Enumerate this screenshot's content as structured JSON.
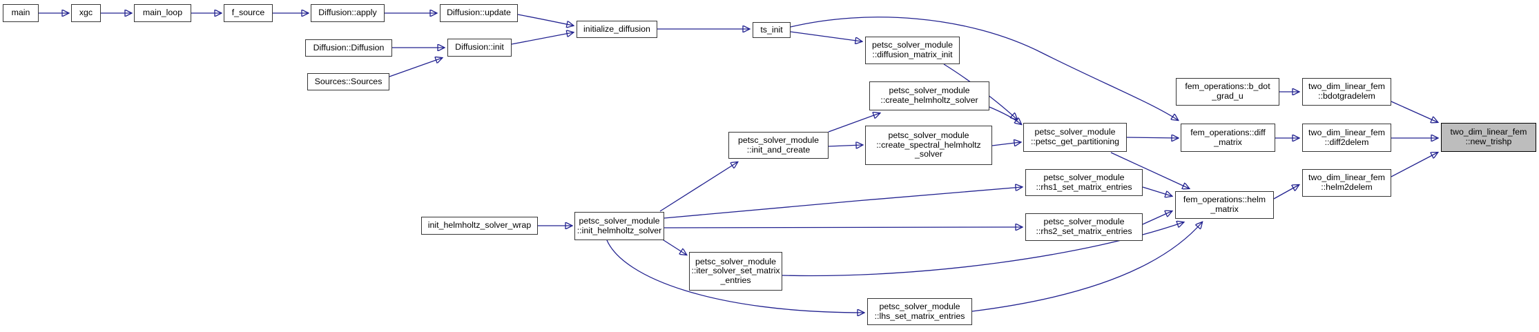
{
  "diagram": {
    "type": "call-graph",
    "colors": {
      "edge": "#21218f",
      "node_fill": "#ffffff",
      "node_border": "#343434",
      "highlight_fill": "#bdbdbd",
      "text": "#000000"
    },
    "nodes": {
      "main": {
        "label": "main"
      },
      "xgc": {
        "label": "xgc"
      },
      "main_loop": {
        "label": "main_loop"
      },
      "f_source": {
        "label": "f_source"
      },
      "diffusion_apply": {
        "label": "Diffusion::apply"
      },
      "diffusion_update": {
        "label": "Diffusion::update"
      },
      "diffusion_ctor": {
        "label": "Diffusion::Diffusion"
      },
      "diffusion_init": {
        "label": "Diffusion::init"
      },
      "sources_ctor": {
        "label": "Sources::Sources"
      },
      "initialize_diffusion": {
        "label": "initialize_diffusion"
      },
      "ts_init": {
        "label": "ts_init"
      },
      "diffusion_matrix_init": {
        "label": "petsc_solver_module\n::diffusion_matrix_init"
      },
      "create_helmholtz_solver": {
        "label": "petsc_solver_module\n::create_helmholtz_solver"
      },
      "create_spectral_helmholtz_solver": {
        "label": "petsc_solver_module\n::create_spectral_helmholtz\n_solver"
      },
      "init_and_create": {
        "label": "petsc_solver_module\n::init_and_create"
      },
      "init_helmholtz_solver_wrap": {
        "label": "init_helmholtz_solver_wrap"
      },
      "init_helmholtz_solver": {
        "label": "petsc_solver_module\n::init_helmholtz_solver"
      },
      "iter_solver_set_matrix_entries": {
        "label": "petsc_solver_module\n::iter_solver_set_matrix\n_entries"
      },
      "lhs_set_matrix_entries": {
        "label": "petsc_solver_module\n::lhs_set_matrix_entries"
      },
      "rhs1_set_matrix_entries": {
        "label": "petsc_solver_module\n::rhs1_set_matrix_entries"
      },
      "rhs2_set_matrix_entries": {
        "label": "petsc_solver_module\n::rhs2_set_matrix_entries"
      },
      "petsc_get_partitioning": {
        "label": "petsc_solver_module\n::petsc_get_partitioning"
      },
      "b_dot_grad_u": {
        "label": "fem_operations::b_dot\n_grad_u"
      },
      "diff_matrix": {
        "label": "fem_operations::diff\n_matrix"
      },
      "helm_matrix": {
        "label": "fem_operations::helm\n_matrix"
      },
      "bdotgradelem": {
        "label": "two_dim_linear_fem\n::bdotgradelem"
      },
      "diff2delem": {
        "label": "two_dim_linear_fem\n::diff2delem"
      },
      "helm2delem": {
        "label": "two_dim_linear_fem\n::helm2delem"
      },
      "new_trishp": {
        "label": "two_dim_linear_fem\n::new_trishp",
        "highlighted": true
      }
    },
    "edges": [
      {
        "from": "main",
        "to": "xgc"
      },
      {
        "from": "xgc",
        "to": "main_loop"
      },
      {
        "from": "main_loop",
        "to": "f_source"
      },
      {
        "from": "f_source",
        "to": "diffusion_apply"
      },
      {
        "from": "diffusion_apply",
        "to": "diffusion_update"
      },
      {
        "from": "diffusion_update",
        "to": "initialize_diffusion"
      },
      {
        "from": "diffusion_ctor",
        "to": "diffusion_init"
      },
      {
        "from": "sources_ctor",
        "to": "diffusion_init"
      },
      {
        "from": "diffusion_init",
        "to": "initialize_diffusion"
      },
      {
        "from": "initialize_diffusion",
        "to": "ts_init"
      },
      {
        "from": "ts_init",
        "to": "diffusion_matrix_init"
      },
      {
        "from": "ts_init",
        "to": "diff_matrix"
      },
      {
        "from": "diffusion_matrix_init",
        "to": "petsc_get_partitioning"
      },
      {
        "from": "init_and_create",
        "to": "create_helmholtz_solver"
      },
      {
        "from": "init_and_create",
        "to": "create_spectral_helmholtz_solver"
      },
      {
        "from": "create_helmholtz_solver",
        "to": "petsc_get_partitioning"
      },
      {
        "from": "create_spectral_helmholtz_solver",
        "to": "petsc_get_partitioning"
      },
      {
        "from": "petsc_get_partitioning",
        "to": "diff_matrix"
      },
      {
        "from": "petsc_get_partitioning",
        "to": "helm_matrix"
      },
      {
        "from": "init_helmholtz_solver_wrap",
        "to": "init_helmholtz_solver"
      },
      {
        "from": "init_helmholtz_solver",
        "to": "init_and_create"
      },
      {
        "from": "init_helmholtz_solver",
        "to": "rhs1_set_matrix_entries"
      },
      {
        "from": "init_helmholtz_solver",
        "to": "rhs2_set_matrix_entries"
      },
      {
        "from": "init_helmholtz_solver",
        "to": "iter_solver_set_matrix_entries"
      },
      {
        "from": "init_helmholtz_solver",
        "to": "lhs_set_matrix_entries"
      },
      {
        "from": "rhs1_set_matrix_entries",
        "to": "helm_matrix"
      },
      {
        "from": "rhs2_set_matrix_entries",
        "to": "helm_matrix"
      },
      {
        "from": "iter_solver_set_matrix_entries",
        "to": "helm_matrix"
      },
      {
        "from": "lhs_set_matrix_entries",
        "to": "helm_matrix"
      },
      {
        "from": "b_dot_grad_u",
        "to": "bdotgradelem"
      },
      {
        "from": "diff_matrix",
        "to": "diff2delem"
      },
      {
        "from": "helm_matrix",
        "to": "helm2delem"
      },
      {
        "from": "bdotgradelem",
        "to": "new_trishp"
      },
      {
        "from": "diff2delem",
        "to": "new_trishp"
      },
      {
        "from": "helm2delem",
        "to": "new_trishp"
      }
    ]
  }
}
